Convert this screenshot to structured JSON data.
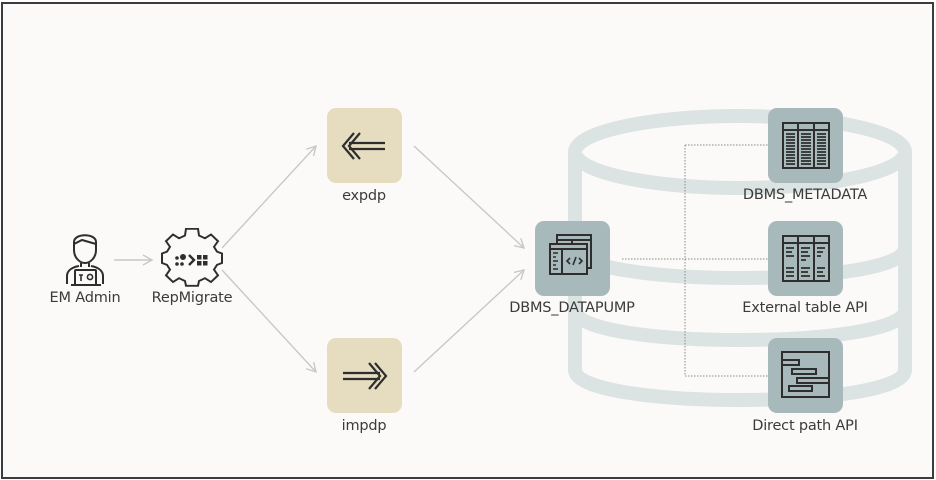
{
  "diagram": {
    "nodes": {
      "em_admin": {
        "label": "EM Admin",
        "icon": "user-laptop-icon"
      },
      "repmigrate": {
        "label": "RepMigrate",
        "icon": "gear-transform-icon"
      },
      "expdp": {
        "label": "expdp",
        "icon": "double-arrow-left-icon"
      },
      "impdp": {
        "label": "impdp",
        "icon": "double-arrow-right-icon"
      },
      "dbms_datapump": {
        "label": "DBMS_DATAPUMP",
        "icon": "code-window-icon"
      },
      "dbms_metadata": {
        "label": "DBMS_METADATA",
        "icon": "table-icon"
      },
      "external_table_api": {
        "label": "External table API",
        "icon": "table-sparse-icon"
      },
      "direct_path_api": {
        "label": "Direct path API",
        "icon": "gantt-icon"
      }
    },
    "edges": [
      {
        "from": "EM Admin",
        "to": "RepMigrate",
        "style": "arrow"
      },
      {
        "from": "RepMigrate",
        "to": "expdp",
        "style": "arrow"
      },
      {
        "from": "RepMigrate",
        "to": "impdp",
        "style": "arrow"
      },
      {
        "from": "expdp",
        "to": "DBMS_DATAPUMP",
        "style": "arrow"
      },
      {
        "from": "impdp",
        "to": "DBMS_DATAPUMP",
        "style": "arrow"
      },
      {
        "from": "DBMS_DATAPUMP",
        "to": "DBMS_METADATA",
        "style": "dotted"
      },
      {
        "from": "DBMS_DATAPUMP",
        "to": "External table API",
        "style": "dotted"
      },
      {
        "from": "DBMS_DATAPUMP",
        "to": "Direct path API",
        "style": "dotted"
      }
    ],
    "background_shape": "database-cylinder",
    "colors": {
      "background": "#fbfaf8",
      "tile_beige": "#e6dcbf",
      "tile_gray": "#a8b9bb",
      "cylinder": "#dbe3e3",
      "arrow": "#c8c8c8",
      "icon_stroke": "#2e2e2e",
      "text": "#3b3b3b"
    }
  }
}
